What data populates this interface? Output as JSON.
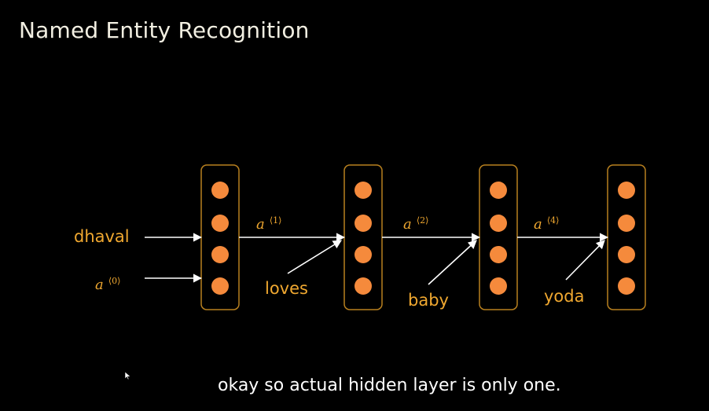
{
  "slide": {
    "title": "Named Entity Recognition",
    "subtitle_caption": "okay so actual hidden layer is only one."
  },
  "diagram": {
    "inputs": [
      {
        "word": "dhaval",
        "activation_base": "a",
        "activation_sup": "⟨0⟩"
      },
      {
        "word": "loves"
      },
      {
        "word": "baby"
      },
      {
        "word": "yoda"
      }
    ],
    "hidden_activations": [
      {
        "base": "a",
        "sup": "⟨1⟩"
      },
      {
        "base": "a",
        "sup": "⟨2⟩"
      },
      {
        "base": "a",
        "sup": "⟨4⟩"
      }
    ],
    "units_per_layer": 4,
    "layer_count": 4
  },
  "colors": {
    "background": "#000000",
    "title_text": "#f2efe2",
    "accent_orange": "#f0a830",
    "neuron_fill": "#f58a3c",
    "box_border": "#b8801f",
    "arrow": "#ffffff",
    "caption_text": "#ffffff"
  },
  "icons": {
    "cursor": "mouse-pointer-icon"
  }
}
